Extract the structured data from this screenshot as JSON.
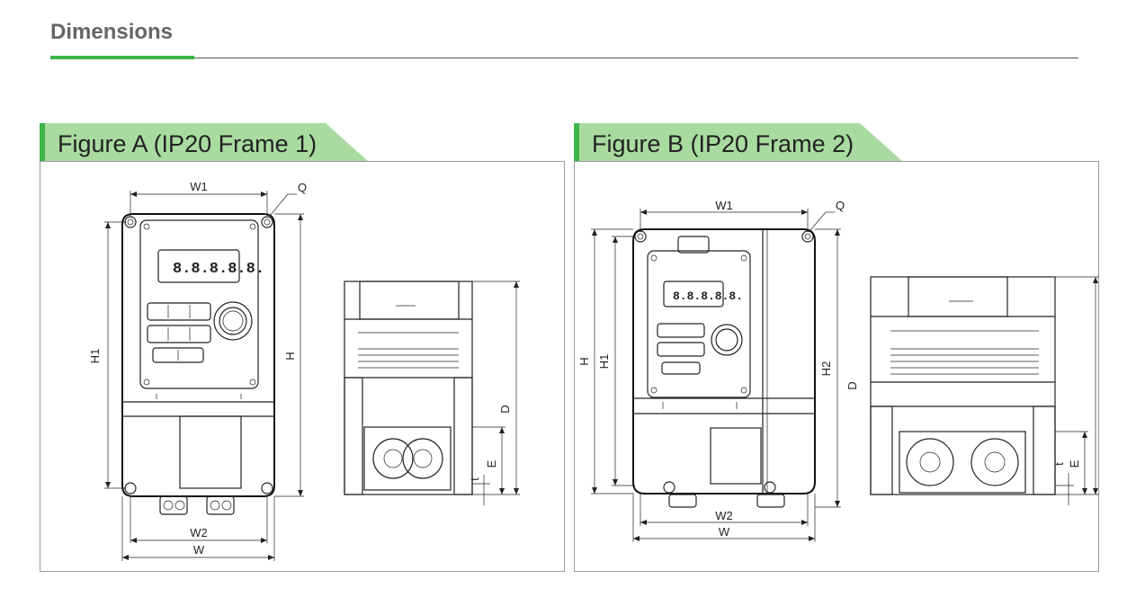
{
  "page": {
    "title": "Dimensions"
  },
  "colors": {
    "accent": "#3db549",
    "tab_fill": "#a9dba0",
    "text": "#666666"
  },
  "figures": [
    {
      "title": "Figure A (IP20 Frame 1)",
      "labels": {
        "w1": "W1",
        "q": "Q",
        "h1": "H1",
        "h": "H",
        "d": "D",
        "e": "E",
        "t": "t",
        "w2": "W2",
        "w": "W"
      }
    },
    {
      "title": "Figure B (IP20 Frame 2)",
      "labels": {
        "w1": "W1",
        "q": "Q",
        "h": "H",
        "h1": "H1",
        "h2": "H2",
        "d": "D",
        "e": "E",
        "t": "t",
        "w2": "W2",
        "w": "W"
      }
    }
  ]
}
